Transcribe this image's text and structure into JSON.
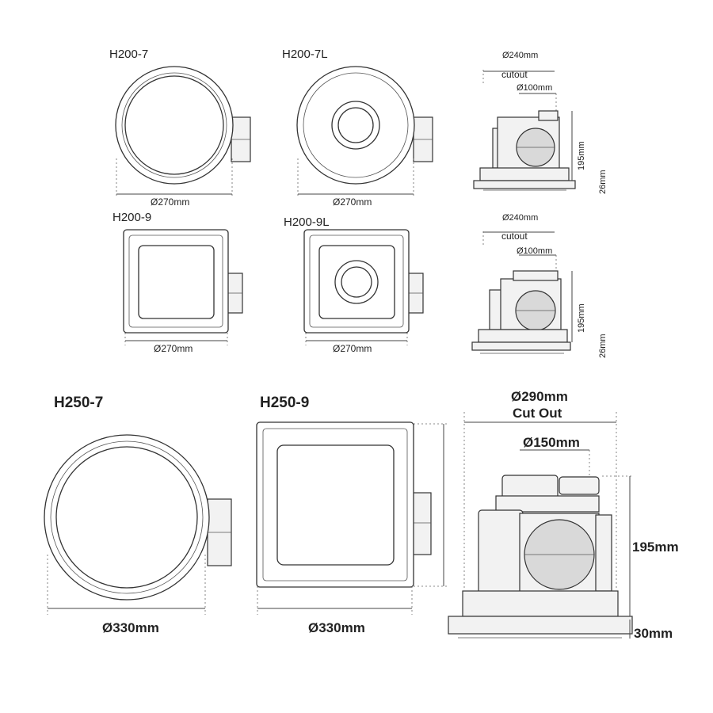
{
  "models": {
    "h200_7": "H200-7",
    "h200_7l": "H200-7L",
    "h200_9": "H200-9",
    "h200_9l": "H200-9L",
    "h250_7": "H250-7",
    "h250_9": "H250-9"
  },
  "dimensions": {
    "d270": "Ø270mm",
    "d240": "Ø240mm",
    "cutout_small": "cutout",
    "d100": "Ø100mm",
    "h195": "195mm",
    "h26": "26mm",
    "d330": "Ø330mm",
    "d290": "Ø290mm",
    "cutout_large": "Cut Out",
    "d150": "Ø150mm",
    "h30": "30mm"
  },
  "colors": {
    "line": "#333333",
    "body_fill": "#f2f2f2",
    "background": "#ffffff"
  }
}
